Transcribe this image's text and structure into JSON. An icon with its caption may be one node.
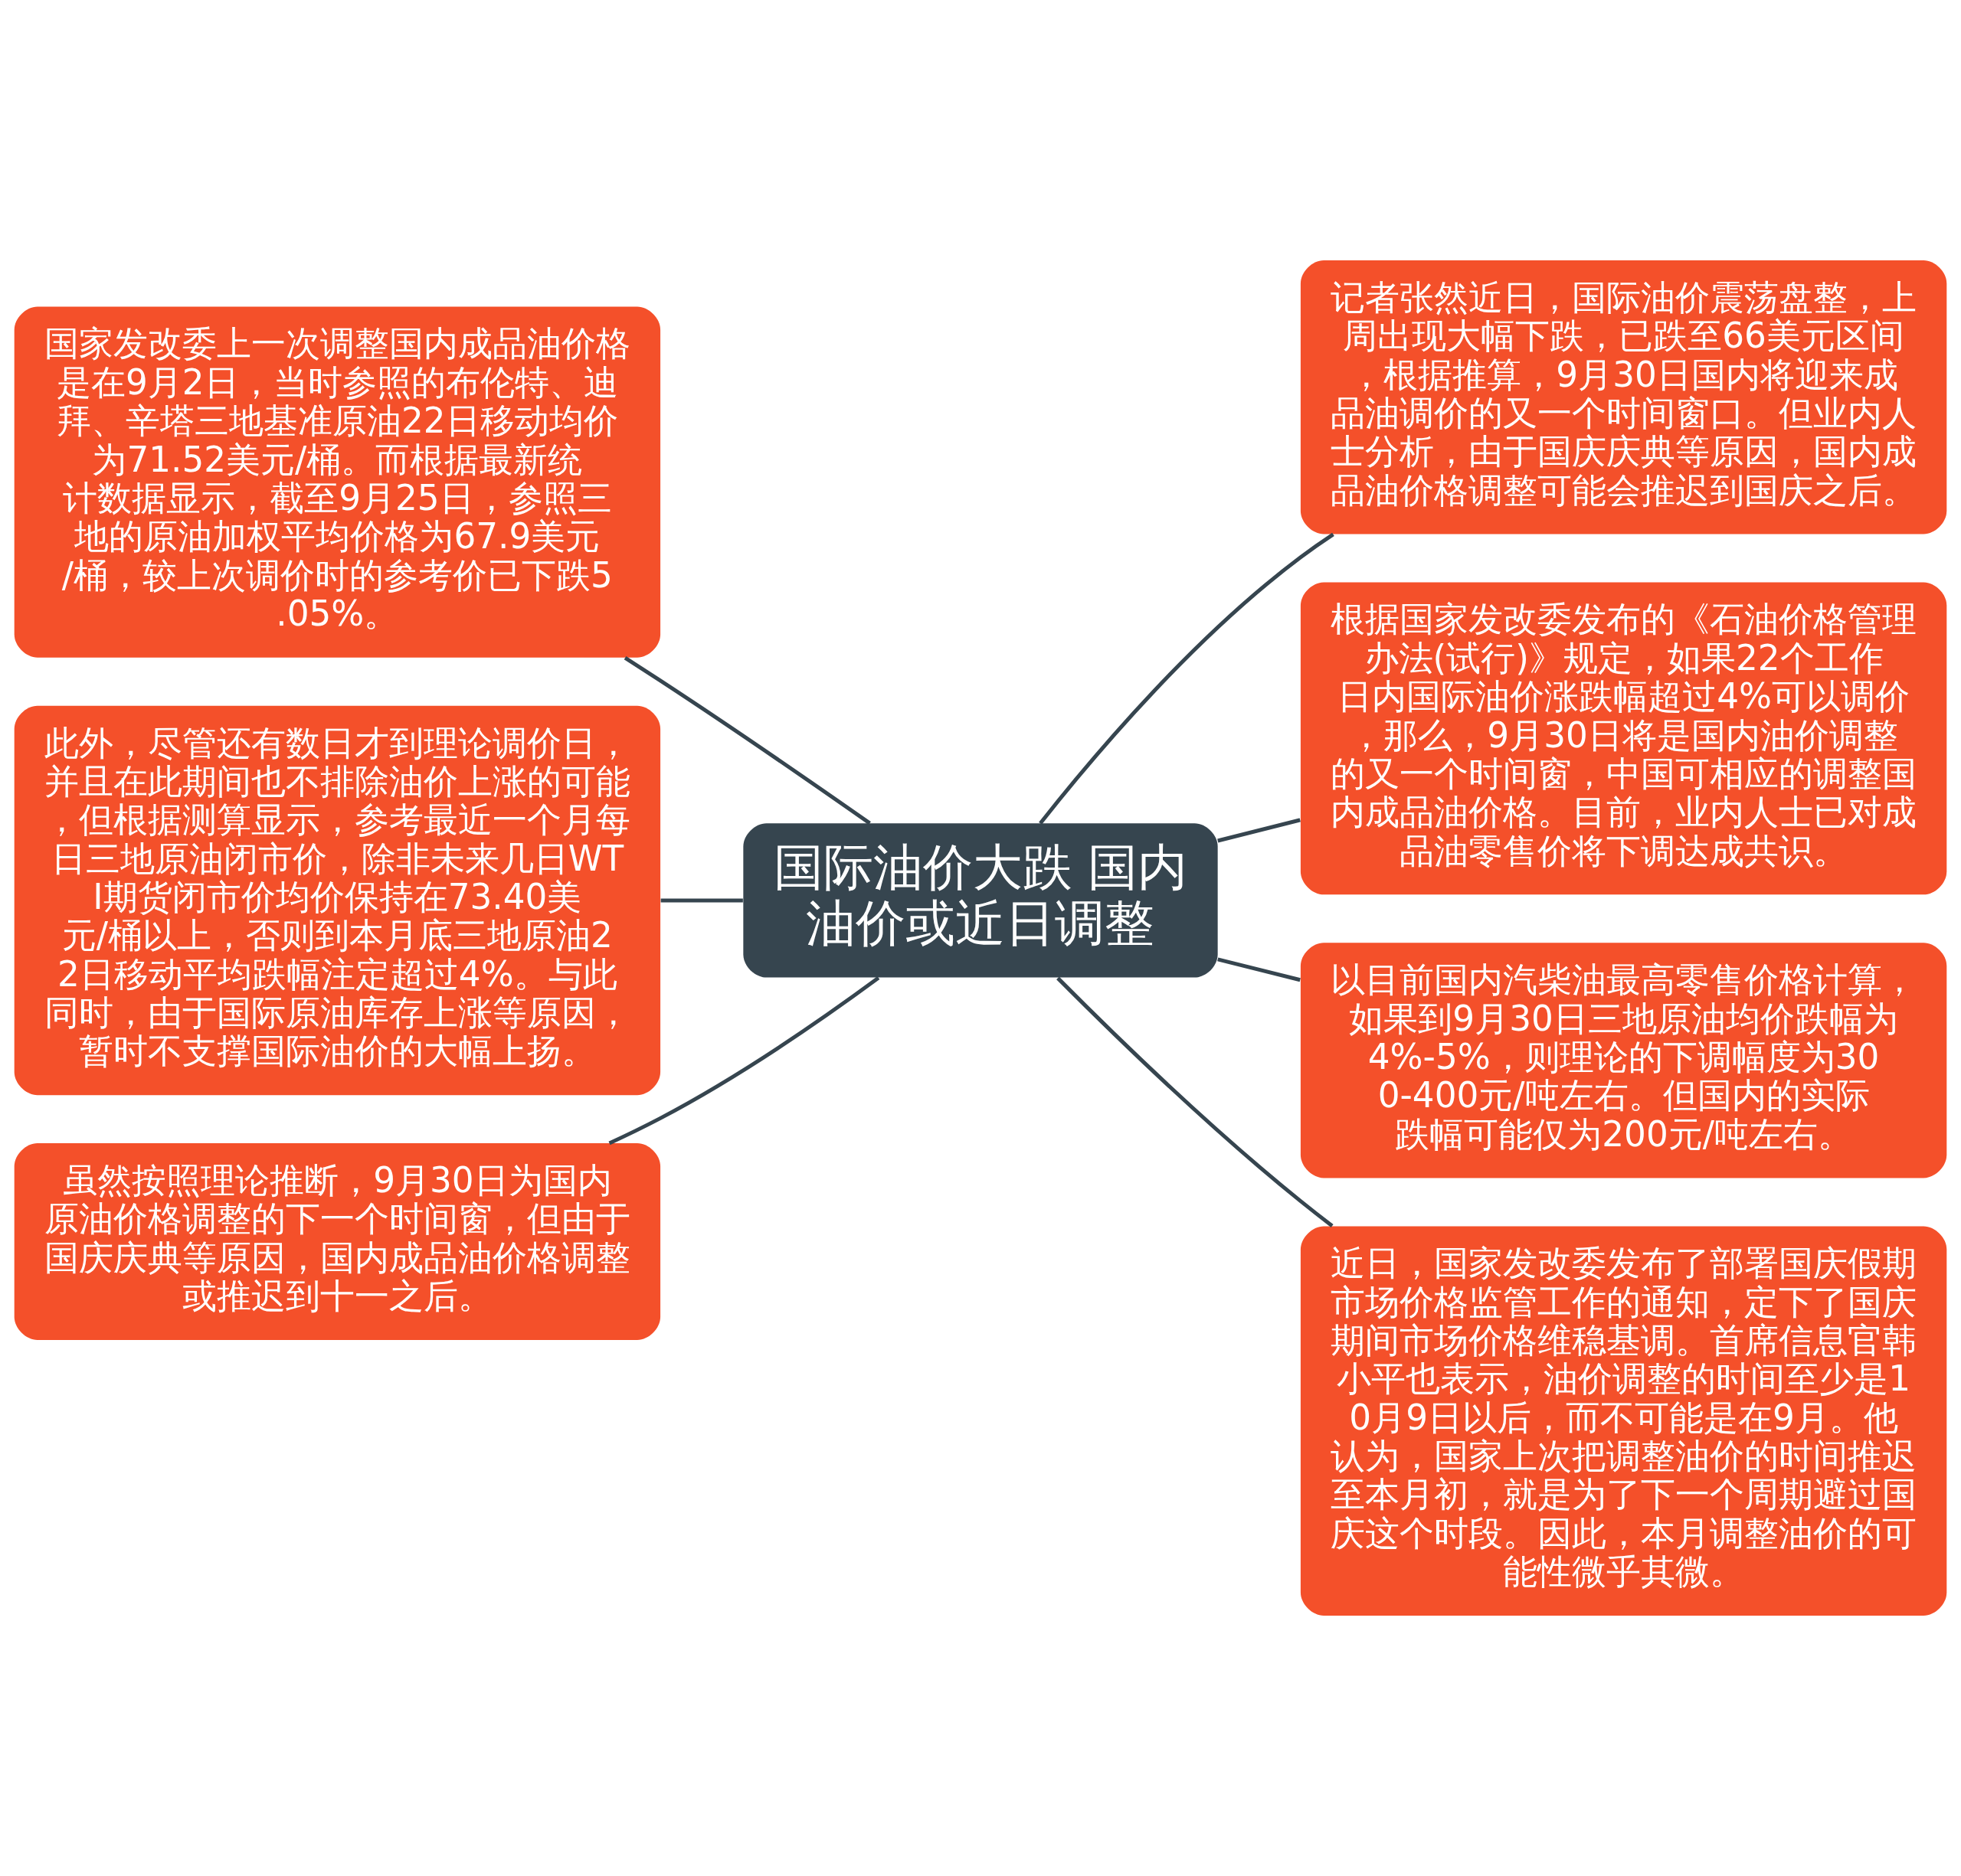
{
  "diagram": {
    "nodes": [
      {
        "text": [
          "国际油价大跌 国内油价或近日调整"
        ]
      },
      {
        "text": [
          "国家发改委上一次调整国内成品油价格是在9月2日，当时参照的布伦特、迪拜、辛塔三地基准原油22日移动均价为71.52美元/桶。而根据最新统计数据显示，截至9月25日，参照三地的原油加权平均价格为67.9美元/桶，较上次调价时的参考价已下跌5.05%。"
        ]
      },
      {
        "text": [
          "此外，尽管还有数日才到理论调价日，并且在此期间也不排除油价上涨的可能，但根据测算显示，参考最近一个月每日三地原油闭市价，除非未来几日WTI期货闭市价均价保持在73.40美元/桶以上，否则到本月底三地原油22日移动平均跌幅注定超过4%。与此同时，由于国际原油库存上涨等原因，暂时不支撑国际油价的大幅上扬。"
        ]
      },
      {
        "text": [
          "虽然按照理论推断，9月30日为国内原油价格调整的下一个时间窗，但由于国庆庆典等原因，国内成品油价格调整或推迟到十一之后。"
        ]
      },
      {
        "text": [
          "记者张然近日，国际油价震荡盘整，上周出现大幅下跌，已跌至66美元区间，根据推算，9月30日国内将迎来成品油调价的又一个时间窗口。但业内人士分析，由于国庆庆典等原因，国内成品油价格调整可能会推迟到国庆之后。"
        ]
      },
      {
        "text": [
          "根据国家发改委发布的《石油价格管理办法(试行)》规定，如果22个工作日内国际油价涨跌幅超过4%可以调价，那么，9月30日将是国内油价调整的又一个时间窗，中国可相应的调整国内成品油价格。目前，业内人士已对成品油零售价将下调达成共识。"
        ]
      },
      {
        "text": [
          "以目前国内汽柴油最高零售价格计算，如果到9月30日三地原油均价跌幅为4%-5%，则理论的下调幅度为300-400元/吨左右。但国内的实际跌幅可能仅为200元/吨左右。"
        ]
      },
      {
        "text": [
          "近日，国家发改委发布了部署国庆假期市场价格监管工作的通知，定下了国庆期间市场价格维稳基调。首席信息官韩小平也表示，油价调整的时间至少是10月9日以后，而不可能是在9月。他认为，国家上次把调整油价的时间推迟至本月初，就是为了下一个周期避过国庆这个时段。因此，本月调整油价的可能性微乎其微。"
        ]
      }
    ],
    "edges": [
      {
        "from": 1,
        "to": 0,
        "arrow": "none"
      },
      {
        "from": 2,
        "to": 0,
        "arrow": "none"
      },
      {
        "from": 3,
        "to": 0,
        "arrow": "none"
      },
      {
        "from": 0,
        "to": 4,
        "arrow": "none"
      },
      {
        "from": 0,
        "to": 5,
        "arrow": "none"
      },
      {
        "from": 0,
        "to": 6,
        "arrow": "none"
      },
      {
        "from": 0,
        "to": 7,
        "arrow": "none"
      }
    ]
  }
}
